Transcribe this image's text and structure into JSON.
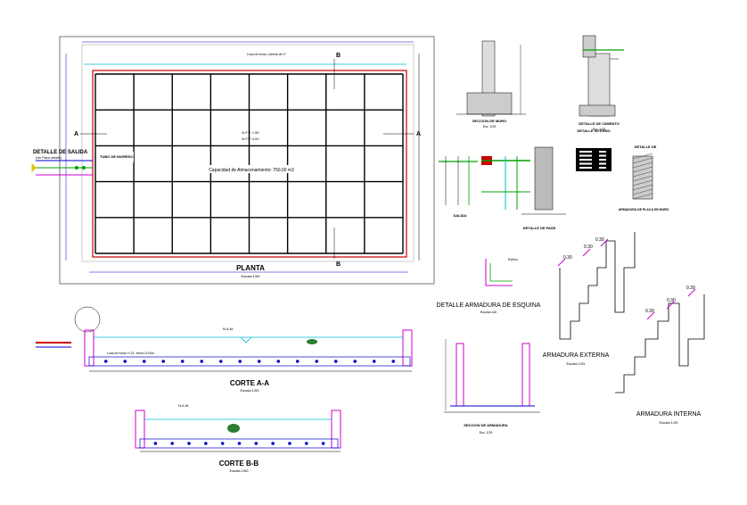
{
  "plan": {
    "title": "PLANTA",
    "scale": "Escala 1/50",
    "capacity": "Capacidad de Almacenamiento: 750.00 m3",
    "center_label_1": "N.F.P. 1.50",
    "center_label_2": "N.F.P. 0.00",
    "top_note": "Losa de fondo, tuberia de 4\"",
    "detail_outlet": "DETALLE DE SALIDA",
    "detail_outlet_sub": "(Ver Plano detalle)",
    "cut_marks": [
      "A",
      "A",
      "B",
      "B"
    ],
    "inlet_label": "TUBO DE INGRESO"
  },
  "sections": {
    "a_title": "CORTE A-A",
    "a_scale": "Escala 1/50",
    "b_title": "CORTE B-B",
    "b_scale": "Escala 1/50",
    "water_label": "N.A.M.",
    "bottom_note": "Losa de fondo H-21, Hmm=3.00m"
  },
  "details": {
    "wall_1_title": "SECCION DE MURO",
    "wall_1_scale": "Esc. 1/25",
    "wall_2_title": "DETALLE DE CIMIENTO",
    "wall_2_scale": "Esc. 1/25",
    "pipe_title": "SALIDA",
    "pipe_detail_title": "DETALLE DE PASE",
    "schedule_title": "DETALLE INTERNO",
    "schedule_sub_title": "DETALLE DE",
    "schedule_sub_title_2": "ARMADURA DE PLACA DE MURO",
    "corner_title": "DETALLE ARMADURA DE ESQUINA",
    "corner_scale": "Escala s/e",
    "corner_note": "Estribo",
    "wall_armature_title": "SECCION DE ARMADURA",
    "wall_armature_scale": "Esc. 1/25",
    "ext_title": "ARMADURA EXTERNA",
    "ext_scale": "Escala 1/25",
    "int_title": "ARMADURA INTERNA",
    "int_scale": "Escala 1/25",
    "dims": [
      "0.30",
      "0.30",
      "0.30",
      "0.30",
      "0.30",
      "0.30"
    ]
  },
  "colors": {
    "border": "#777777",
    "tank_outline": "#cc0000",
    "grid": "#000000",
    "water": "#00bcd4",
    "green": "#00a000",
    "magenta": "#cc00cc",
    "dim": "#0000cc",
    "hatch": "#999999"
  }
}
